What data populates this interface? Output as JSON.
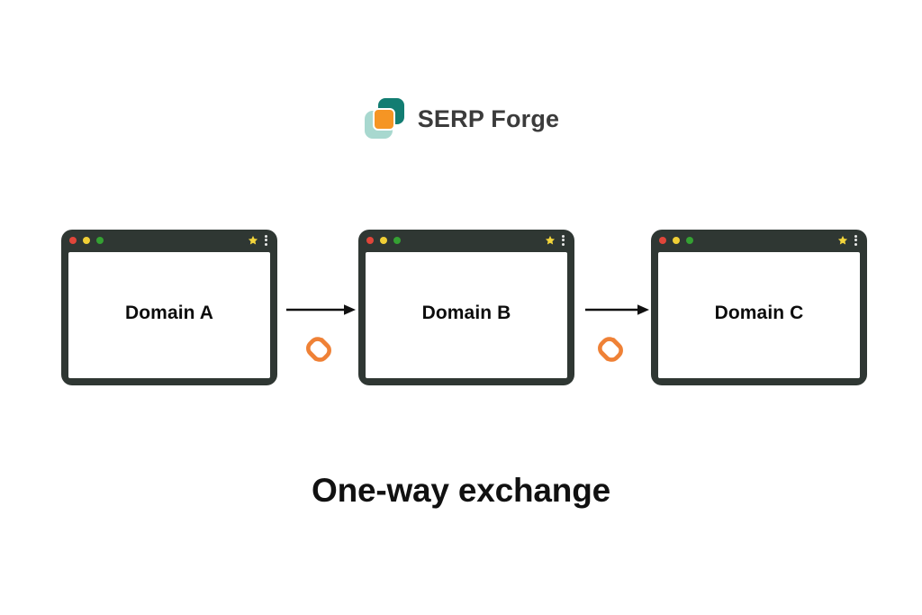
{
  "page": {
    "background_color": "#ffffff",
    "caption": "One-way exchange"
  },
  "brand": {
    "name": "SERP Forge",
    "logo_icon": "serp-forge-logo-icon",
    "colors": {
      "teal": "#127d72",
      "mint": "#a8d8cf",
      "orange": "#f59524",
      "wordmark": "#3b3b3b"
    }
  },
  "diagram": {
    "type": "one-way-link-flow",
    "windows": [
      {
        "id": "domain-a",
        "label": "Domain A",
        "titlebar": {
          "dots": [
            "red",
            "yellow",
            "green"
          ],
          "star_icon": "star-icon",
          "menu_icon": "kebab-menu-icon"
        }
      },
      {
        "id": "domain-b",
        "label": "Domain B",
        "titlebar": {
          "dots": [
            "red",
            "yellow",
            "green"
          ],
          "star_icon": "star-icon",
          "menu_icon": "kebab-menu-icon"
        }
      },
      {
        "id": "domain-c",
        "label": "Domain C",
        "titlebar": {
          "dots": [
            "red",
            "yellow",
            "green"
          ],
          "star_icon": "star-icon",
          "menu_icon": "kebab-menu-icon"
        }
      }
    ],
    "connectors": [
      {
        "id": "a-to-b",
        "from": "Domain A",
        "to": "Domain B",
        "arrow_icon": "arrow-right-icon",
        "link_icon": "chain-link-icon"
      },
      {
        "id": "b-to-c",
        "from": "Domain B",
        "to": "Domain C",
        "arrow_icon": "arrow-right-icon",
        "link_icon": "chain-link-icon"
      }
    ],
    "colors": {
      "window_frame": "#2f3733",
      "window_page": "#ffffff",
      "dot_red": "#e0463a",
      "dot_yellow": "#f0cf36",
      "dot_green": "#35a133",
      "star": "#f3d53b",
      "arrow": "#111111",
      "chain_link": "#ef8136",
      "label_text": "#0c0c0c"
    }
  }
}
